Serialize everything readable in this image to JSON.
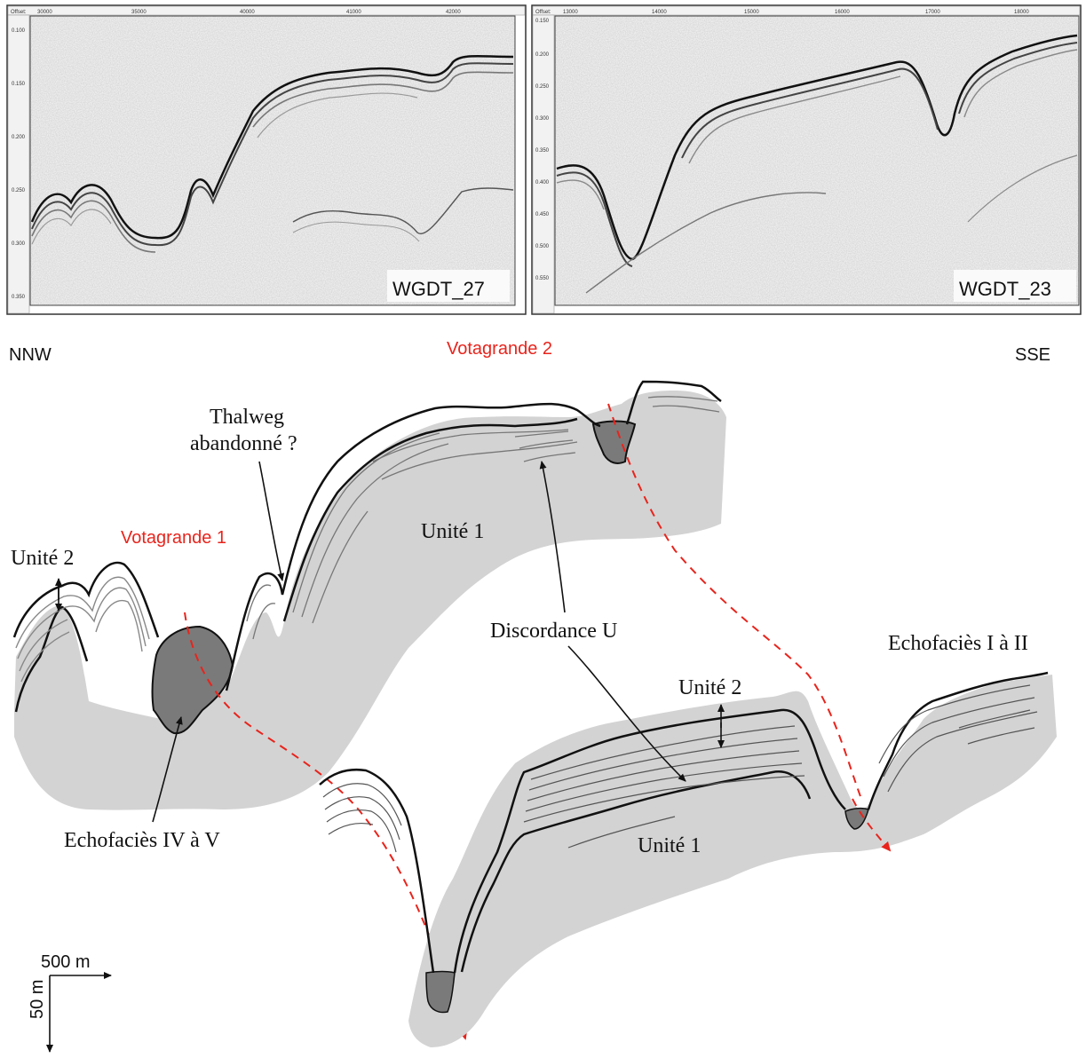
{
  "panels": {
    "left": {
      "label": "WGDT_27",
      "offset_label": "Offset:",
      "x_ticks": [
        "30000",
        "35000",
        "40000",
        "41000",
        "42000"
      ],
      "y_ticks": [
        "0.100",
        "0.150",
        "0.200",
        "0.250",
        "0.300",
        "0.350"
      ]
    },
    "right": {
      "label": "WGDT_23",
      "offset_label": "Offset:",
      "x_ticks": [
        "13000",
        "14000",
        "15000",
        "16000",
        "17000",
        "18000"
      ],
      "y_ticks": [
        "0.150",
        "0.200",
        "0.250",
        "0.300",
        "0.350",
        "0.400",
        "0.450",
        "0.500",
        "0.550"
      ]
    }
  },
  "directions": {
    "left": "NNW",
    "right": "SSE"
  },
  "channels": {
    "vota1": "Votagrande 1",
    "vota2": "Votagrande 2"
  },
  "labels": {
    "thalweg_line1": "Thalweg",
    "thalweg_line2": "abandonné ?",
    "unite1_upper": "Unité 1",
    "unite2_upper": "Unité 2",
    "discordance": "Discordance U",
    "echofacies_iv_v": "Echofaciès IV à V",
    "unite2_lower": "Unité 2",
    "unite1_lower": "Unité 1",
    "echofacies_i_ii": "Echofaciès I à II"
  },
  "scale": {
    "horizontal": "500 m",
    "vertical": "50 m"
  },
  "colors": {
    "unit_fill": "#d3d3d3",
    "facies_fill": "#7a7a7a",
    "channel_axis": "#e8241c",
    "channel_label": "#e8241c",
    "reflector": "#111111",
    "thin_reflector": "#7a7a7a"
  }
}
